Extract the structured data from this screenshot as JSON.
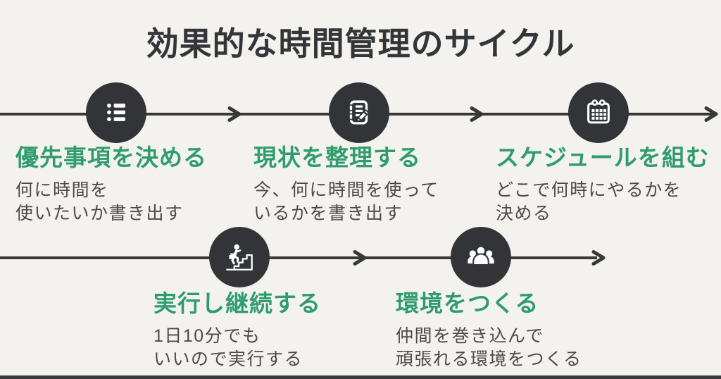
{
  "title": "効果的な時間管理のサイクル",
  "colors": {
    "background": "#f4f2ee",
    "title_text": "#333538",
    "accent_green": "#2f9c6e",
    "body_text": "#4a4a4a",
    "icon_circle": "#323437",
    "arrow": "#383838",
    "bottom_bar": "#3a3a3c"
  },
  "flow": {
    "rows": 2,
    "direction": "left-to-right"
  },
  "steps": [
    {
      "icon": "list-icon",
      "heading": "優先事項を決める",
      "desc_line1": "何に時間を",
      "desc_line2": "使いたいか書き出す"
    },
    {
      "icon": "notepad-pencil-icon",
      "heading": "現状を整理する",
      "desc_line1": "今、何に時間を使って",
      "desc_line2": "いるかを書き出す"
    },
    {
      "icon": "calendar-icon",
      "heading": "スケジュールを組む",
      "desc_line1": "どこで何時にやるかを",
      "desc_line2": "決める"
    },
    {
      "icon": "stairs-climbing-icon",
      "heading": "実行し継続する",
      "desc_line1": "1日10分でも",
      "desc_line2": "いいので実行する"
    },
    {
      "icon": "people-group-icon",
      "heading": "環境をつくる",
      "desc_line1": "仲間を巻き込んで",
      "desc_line2": "頑張れる環境をつくる"
    }
  ]
}
